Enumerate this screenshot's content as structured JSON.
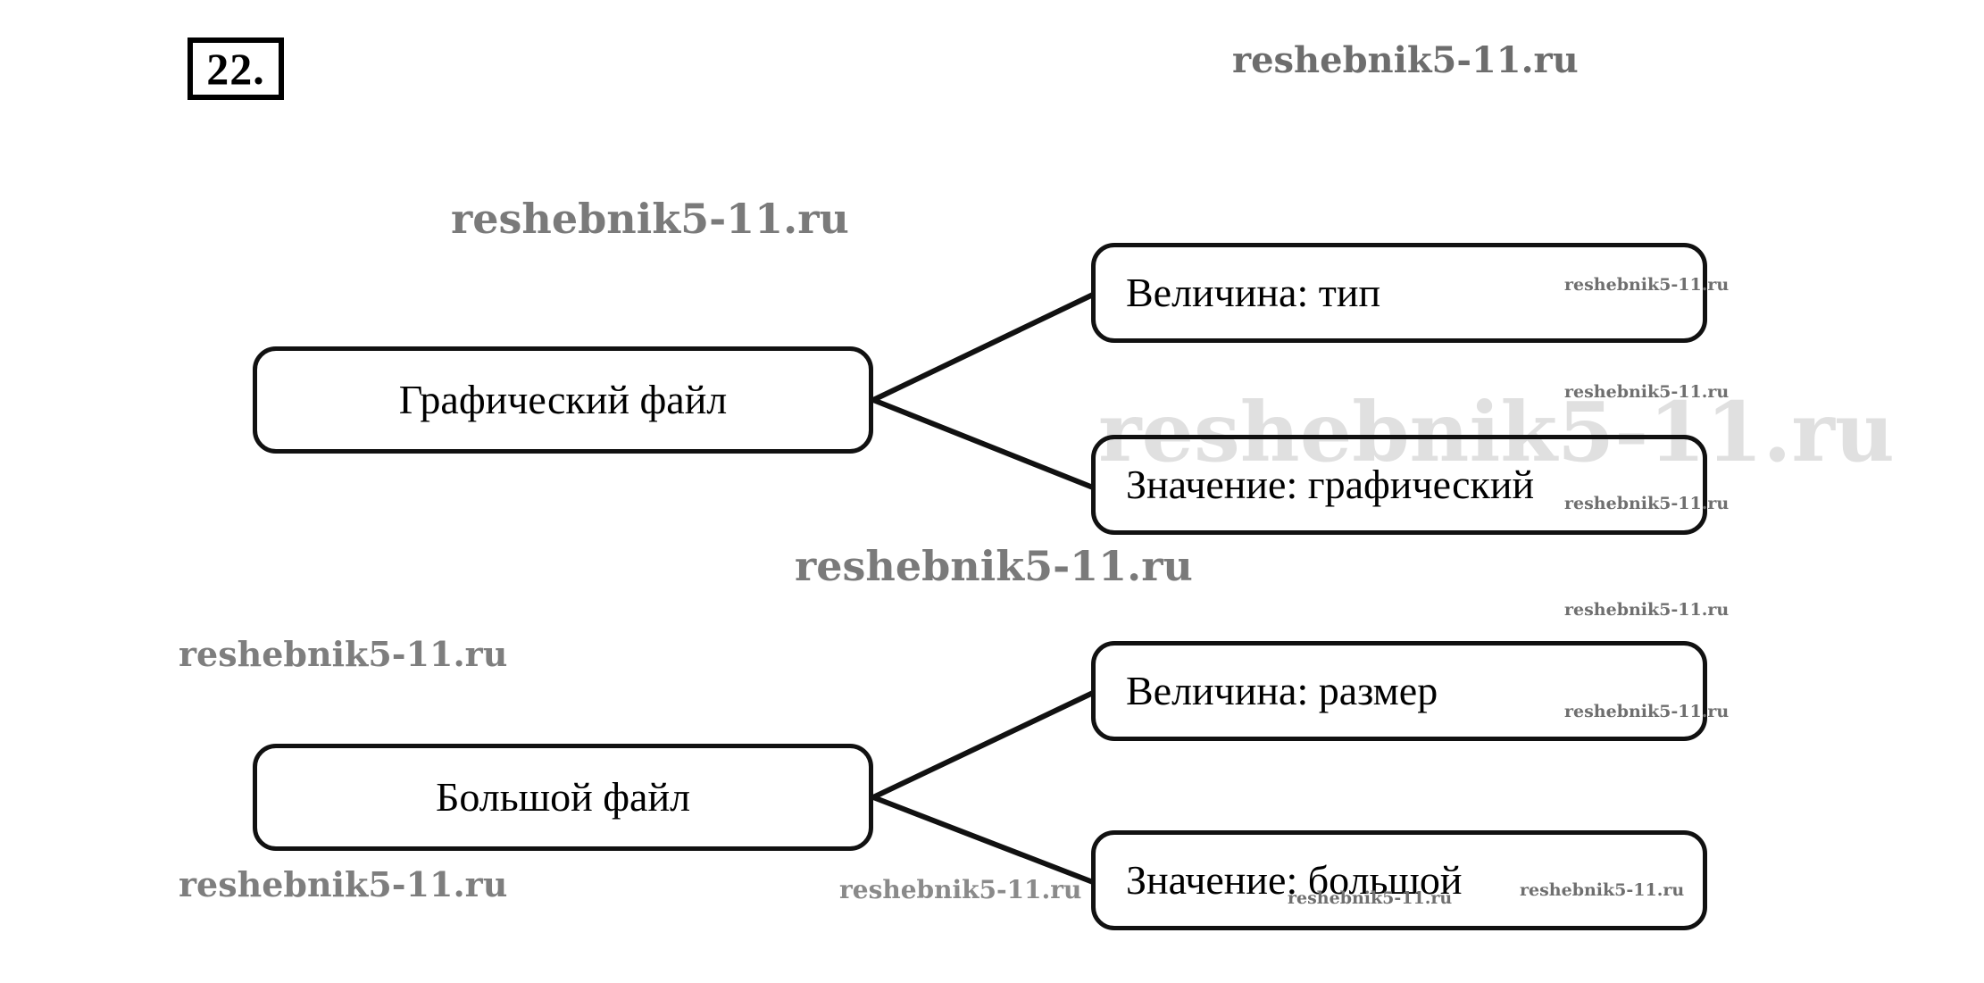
{
  "page": {
    "exercise_number": "22.",
    "background_color": "#ffffff",
    "ink_color": "#000000",
    "watermark_color": "#8d8d8d"
  },
  "diagram": {
    "type": "tree",
    "nodes": [
      {
        "id": "a",
        "label": "Графический файл",
        "role": "root",
        "group": 1
      },
      {
        "id": "b",
        "label": "Величина: тип",
        "role": "leaf",
        "group": 1
      },
      {
        "id": "c",
        "label": "Значение: графический",
        "role": "leaf",
        "group": 1
      },
      {
        "id": "d",
        "label": "Большой файл",
        "role": "root",
        "group": 2
      },
      {
        "id": "e",
        "label": "Величина: размер",
        "role": "leaf",
        "group": 2
      },
      {
        "id": "f",
        "label": "Значение: большой",
        "role": "leaf",
        "group": 2
      }
    ],
    "edges": [
      {
        "from": "a",
        "to": "b"
      },
      {
        "from": "a",
        "to": "c"
      },
      {
        "from": "d",
        "to": "e"
      },
      {
        "from": "d",
        "to": "f"
      }
    ]
  },
  "watermarks": {
    "text": "reshebnik5-11.ru",
    "instances": [
      {
        "id": "wm-1",
        "size": "large"
      },
      {
        "id": "wm-2",
        "size": "large"
      },
      {
        "id": "wm-3",
        "size": "large"
      },
      {
        "id": "wm-4",
        "size": "large"
      },
      {
        "id": "wm-5",
        "size": "large"
      },
      {
        "id": "wm-6",
        "size": "medium"
      },
      {
        "id": "wm-s1",
        "size": "small"
      },
      {
        "id": "wm-s2",
        "size": "small"
      },
      {
        "id": "wm-s3",
        "size": "small"
      },
      {
        "id": "wm-s4",
        "size": "small"
      },
      {
        "id": "wm-s5",
        "size": "small"
      },
      {
        "id": "wm-s6",
        "size": "small"
      },
      {
        "id": "wm-s7",
        "size": "small"
      }
    ]
  }
}
